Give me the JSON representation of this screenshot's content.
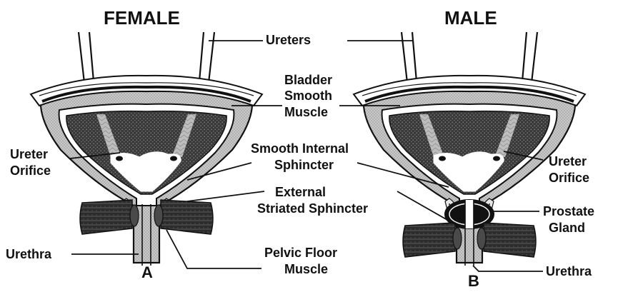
{
  "headings": {
    "female": "FEMALE",
    "male": "MALE"
  },
  "panels": {
    "a": "A",
    "b": "B"
  },
  "labels": {
    "ureters": "Ureters",
    "bladder_line1": "Bladder",
    "bladder_line2": "Smooth",
    "bladder_line3": "Muscle",
    "internal_line1": "Smooth Internal",
    "internal_line2": "Sphincter",
    "external_line1": "External",
    "external_line2": "Striated Sphincter",
    "pelvic_line1": "Pelvic Floor",
    "pelvic_line2": "Muscle",
    "orifice_left_line1": "Ureter",
    "orifice_left_line2": "Orifice",
    "orifice_right_line1": "Ureter",
    "orifice_right_line2": "Orifice",
    "urethra_left": "Urethra",
    "urethra_right": "Urethra",
    "prostate_line1": "Prostate",
    "prostate_line2": "Gland"
  }
}
